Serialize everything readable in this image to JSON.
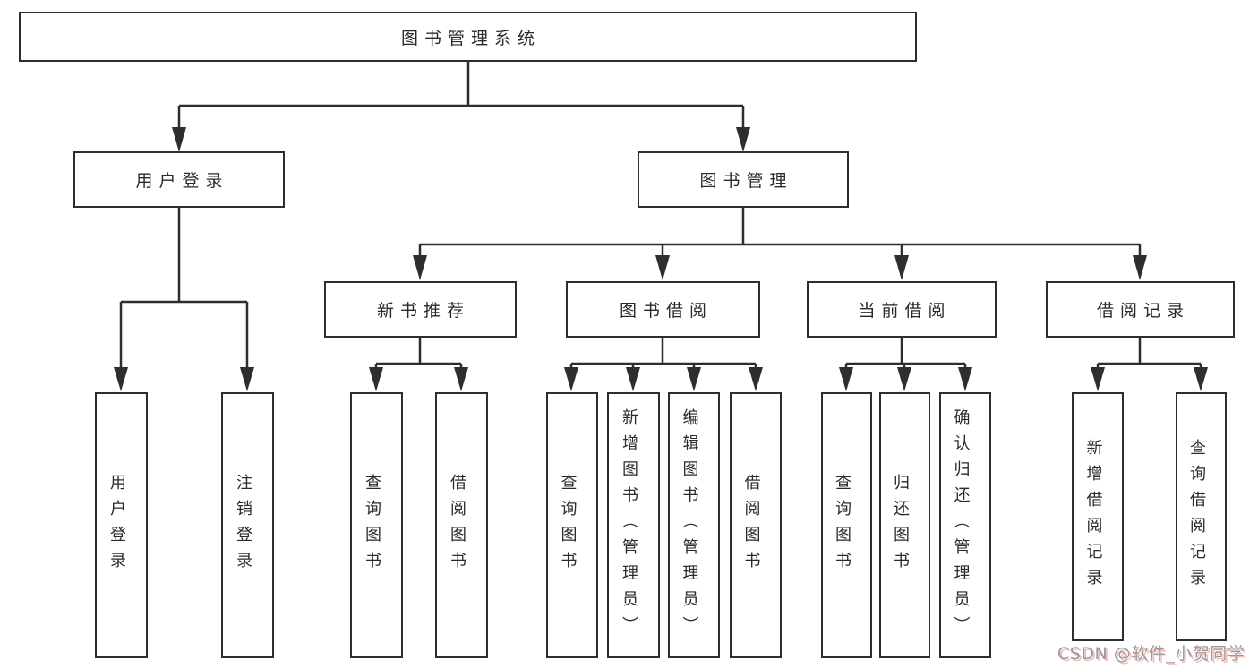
{
  "tree": {
    "label": "图书管理系统",
    "children": [
      {
        "label": "用户登录",
        "children": [
          {
            "label": "用户登录"
          },
          {
            "label": "注销登录"
          }
        ]
      },
      {
        "label": "图书管理",
        "children": [
          {
            "label": "新书推荐",
            "children": [
              {
                "label": "查询图书"
              },
              {
                "label": "借阅图书"
              }
            ]
          },
          {
            "label": "图书借阅",
            "children": [
              {
                "label": "查询图书"
              },
              {
                "label": "新增图书（管理员）"
              },
              {
                "label": "编辑图书（管理员）"
              },
              {
                "label": "借阅图书"
              }
            ]
          },
          {
            "label": "当前借阅",
            "children": [
              {
                "label": "查询图书"
              },
              {
                "label": "归还图书"
              },
              {
                "label": "确认归还（管理员）"
              }
            ]
          },
          {
            "label": "借阅记录",
            "children": [
              {
                "label": "新增借阅记录"
              },
              {
                "label": "查询借阅记录"
              }
            ]
          }
        ]
      }
    ]
  },
  "watermark": {
    "text": "CSDN @软件_小贺同学"
  },
  "colors": {
    "line": "#2e2e2e",
    "box_border": "#2e2e2e",
    "text": "#2a2a2a",
    "watermark_text": "#9a9a9a",
    "watermark_shadow": "#f6bcbc",
    "background": "#ffffff"
  }
}
